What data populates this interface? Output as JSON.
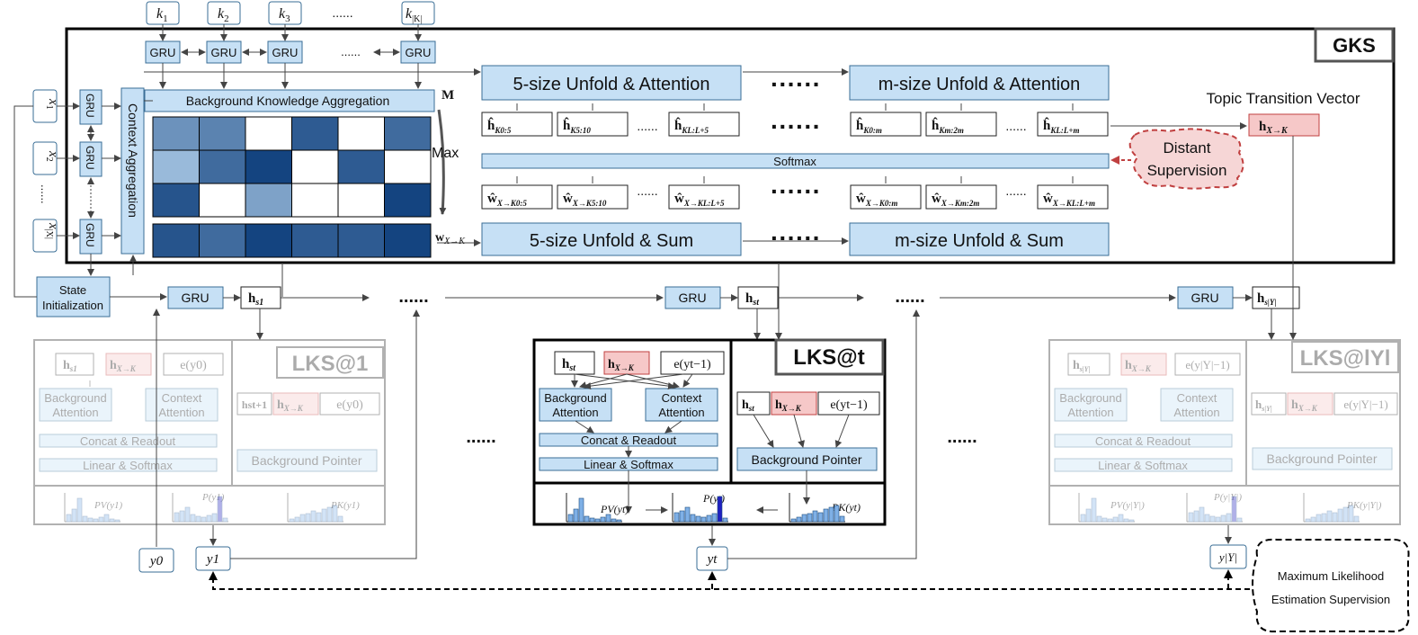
{
  "inputs_k": [
    "k",
    "1",
    "k",
    "2",
    "k",
    "3",
    "......",
    "k",
    "|K|"
  ],
  "k_labels": [
    {
      "base": "k",
      "sub": "1"
    },
    {
      "base": "k",
      "sub": "2"
    },
    {
      "base": "k",
      "sub": "3"
    },
    {
      "base": "k",
      "sub": "|K|"
    }
  ],
  "k_dots": "......",
  "gru": "GRU",
  "gks_title": "GKS",
  "background_knowledge_aggregation": "Background Knowledge Aggregation",
  "context_aggregation": "Context Aggregation",
  "matrix_M": "M",
  "max_label": "Max",
  "w_label": {
    "base": "w",
    "sub": "X→K"
  },
  "x_labels": [
    {
      "base": "x",
      "sub": "1"
    },
    {
      "base": "x",
      "sub": "2"
    },
    {
      "base": "x",
      "sub": "|X|"
    }
  ],
  "vdots": "......",
  "unfold_attention_5": "5-size Unfold & Attention",
  "unfold_attention_m": "m-size Unfold & Attention",
  "unfold_sum_5": "5-size Unfold & Sum",
  "unfold_sum_m": "m-size Unfold & Sum",
  "softmax": "Softmax",
  "big_dots": "······",
  "h_hat_5": [
    {
      "sub": "K0:5"
    },
    {
      "sub": "K5:10"
    },
    {
      "sub": "KL:L+5"
    }
  ],
  "h_hat_m": [
    {
      "sub": "K0:m"
    },
    {
      "sub": "Km:2m"
    },
    {
      "sub": "KL:L+m"
    }
  ],
  "w_hat_5": [
    {
      "sub": "X→K0:5"
    },
    {
      "sub": "X→K5:10"
    },
    {
      "sub": "X→KL:L+5"
    }
  ],
  "w_hat_m": [
    {
      "sub": "X→K0:m"
    },
    {
      "sub": "X→Km:2m"
    },
    {
      "sub": "X→KL:L+m"
    }
  ],
  "small_dots": "......",
  "topic_transition_vector": "Topic Transition Vector",
  "h_x_to_k": {
    "base": "h",
    "sub": "X→K"
  },
  "distant_supervision": [
    "Distant",
    "Supervision"
  ],
  "state_initialization": [
    "State",
    "Initialization"
  ],
  "h_s1": {
    "base": "h",
    "sub": "s1"
  },
  "h_st": {
    "base": "h",
    "sub": "st"
  },
  "h_sY": {
    "base": "h",
    "sub": "s|Y|"
  },
  "lks_1": "LKS@1",
  "lks_t": "LKS@t",
  "lks_Y": "LKS@lYl",
  "background_attention": [
    "Background",
    "Attention"
  ],
  "context_attention": [
    "Context",
    "Attention"
  ],
  "concat_readout": "Concat & Readout",
  "linear_softmax": "Linear & Softmax",
  "background_pointer": "Background Pointer",
  "e_y0": "e(y0)",
  "e_yt1": "e(yt−1)",
  "e_yY1": "e(y|Y|−1)",
  "h_s_next": "hst+1",
  "prob_labels": {
    "pv_1": "PV(y1)",
    "p_1": "P(y1)",
    "pk_1": "PK(y1)",
    "pv_t": "PV(yt)",
    "p_t": "P(yt)",
    "pk_t": "PK(yt)",
    "pv_Y": "PV(y|Y|)",
    "p_Y": "P(y|Y|)",
    "pk_Y": "PK(y|Y|)"
  },
  "y_labels": {
    "y0": "y0",
    "y1": "y1",
    "yt": "yt",
    "yY": "y|Y|"
  },
  "mid_dots": "......",
  "mle": [
    "Maximum Likelihood",
    "Estimation Supervision"
  ],
  "colors": {
    "box_blue": "#c6e0f5",
    "box_blue_border": "#3a6e96",
    "red_fill": "#f6c8c8",
    "red_border": "#c04040",
    "heat_light": "#bcd9f2",
    "heat_mid": "#3f82d3",
    "heat_dark": "#0b3c7a"
  },
  "heatmap_rows": [
    [
      0.45,
      0.55,
      0.0,
      0.8,
      0.0,
      0.7
    ],
    [
      0.2,
      0.7,
      0.95,
      0.0,
      0.8,
      0.0
    ],
    [
      0.85,
      0.0,
      0.35,
      0.0,
      0.0,
      0.95
    ]
  ],
  "heatmap_max_row": [
    0.85,
    0.7,
    0.95,
    0.8,
    0.8,
    0.95
  ]
}
